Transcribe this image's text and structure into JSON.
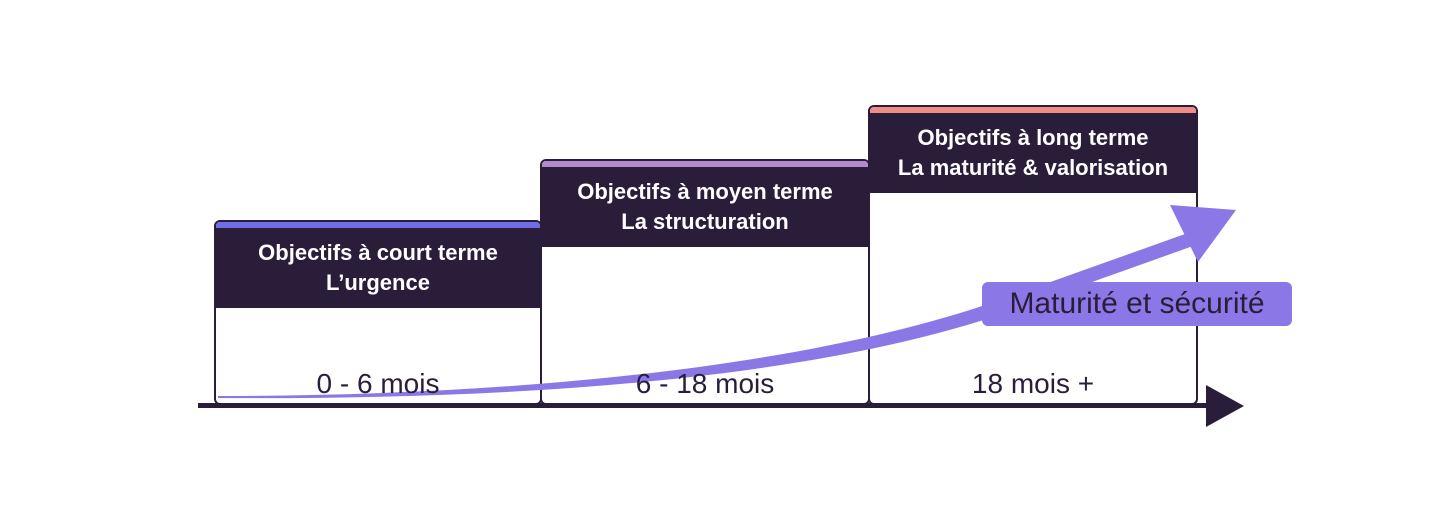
{
  "diagram": {
    "stages": [
      {
        "title": "Objectifs à court terme",
        "subtitle": "L’urgence",
        "range": "0 - 6 mois",
        "accent_color": "#6f6de6"
      },
      {
        "title": "Objectifs à moyen terme",
        "subtitle": "La structuration",
        "range": "6 - 18 mois",
        "accent_color": "#b488cc"
      },
      {
        "title": "Objectifs à long terme",
        "subtitle": "La maturité & valorisation",
        "range": "18 mois +",
        "accent_color": "#ef8c86"
      }
    ],
    "trend_label": "Maturité et sécurité",
    "colors": {
      "dark": "#2a1d3a",
      "trend": "#8b78e6"
    }
  }
}
